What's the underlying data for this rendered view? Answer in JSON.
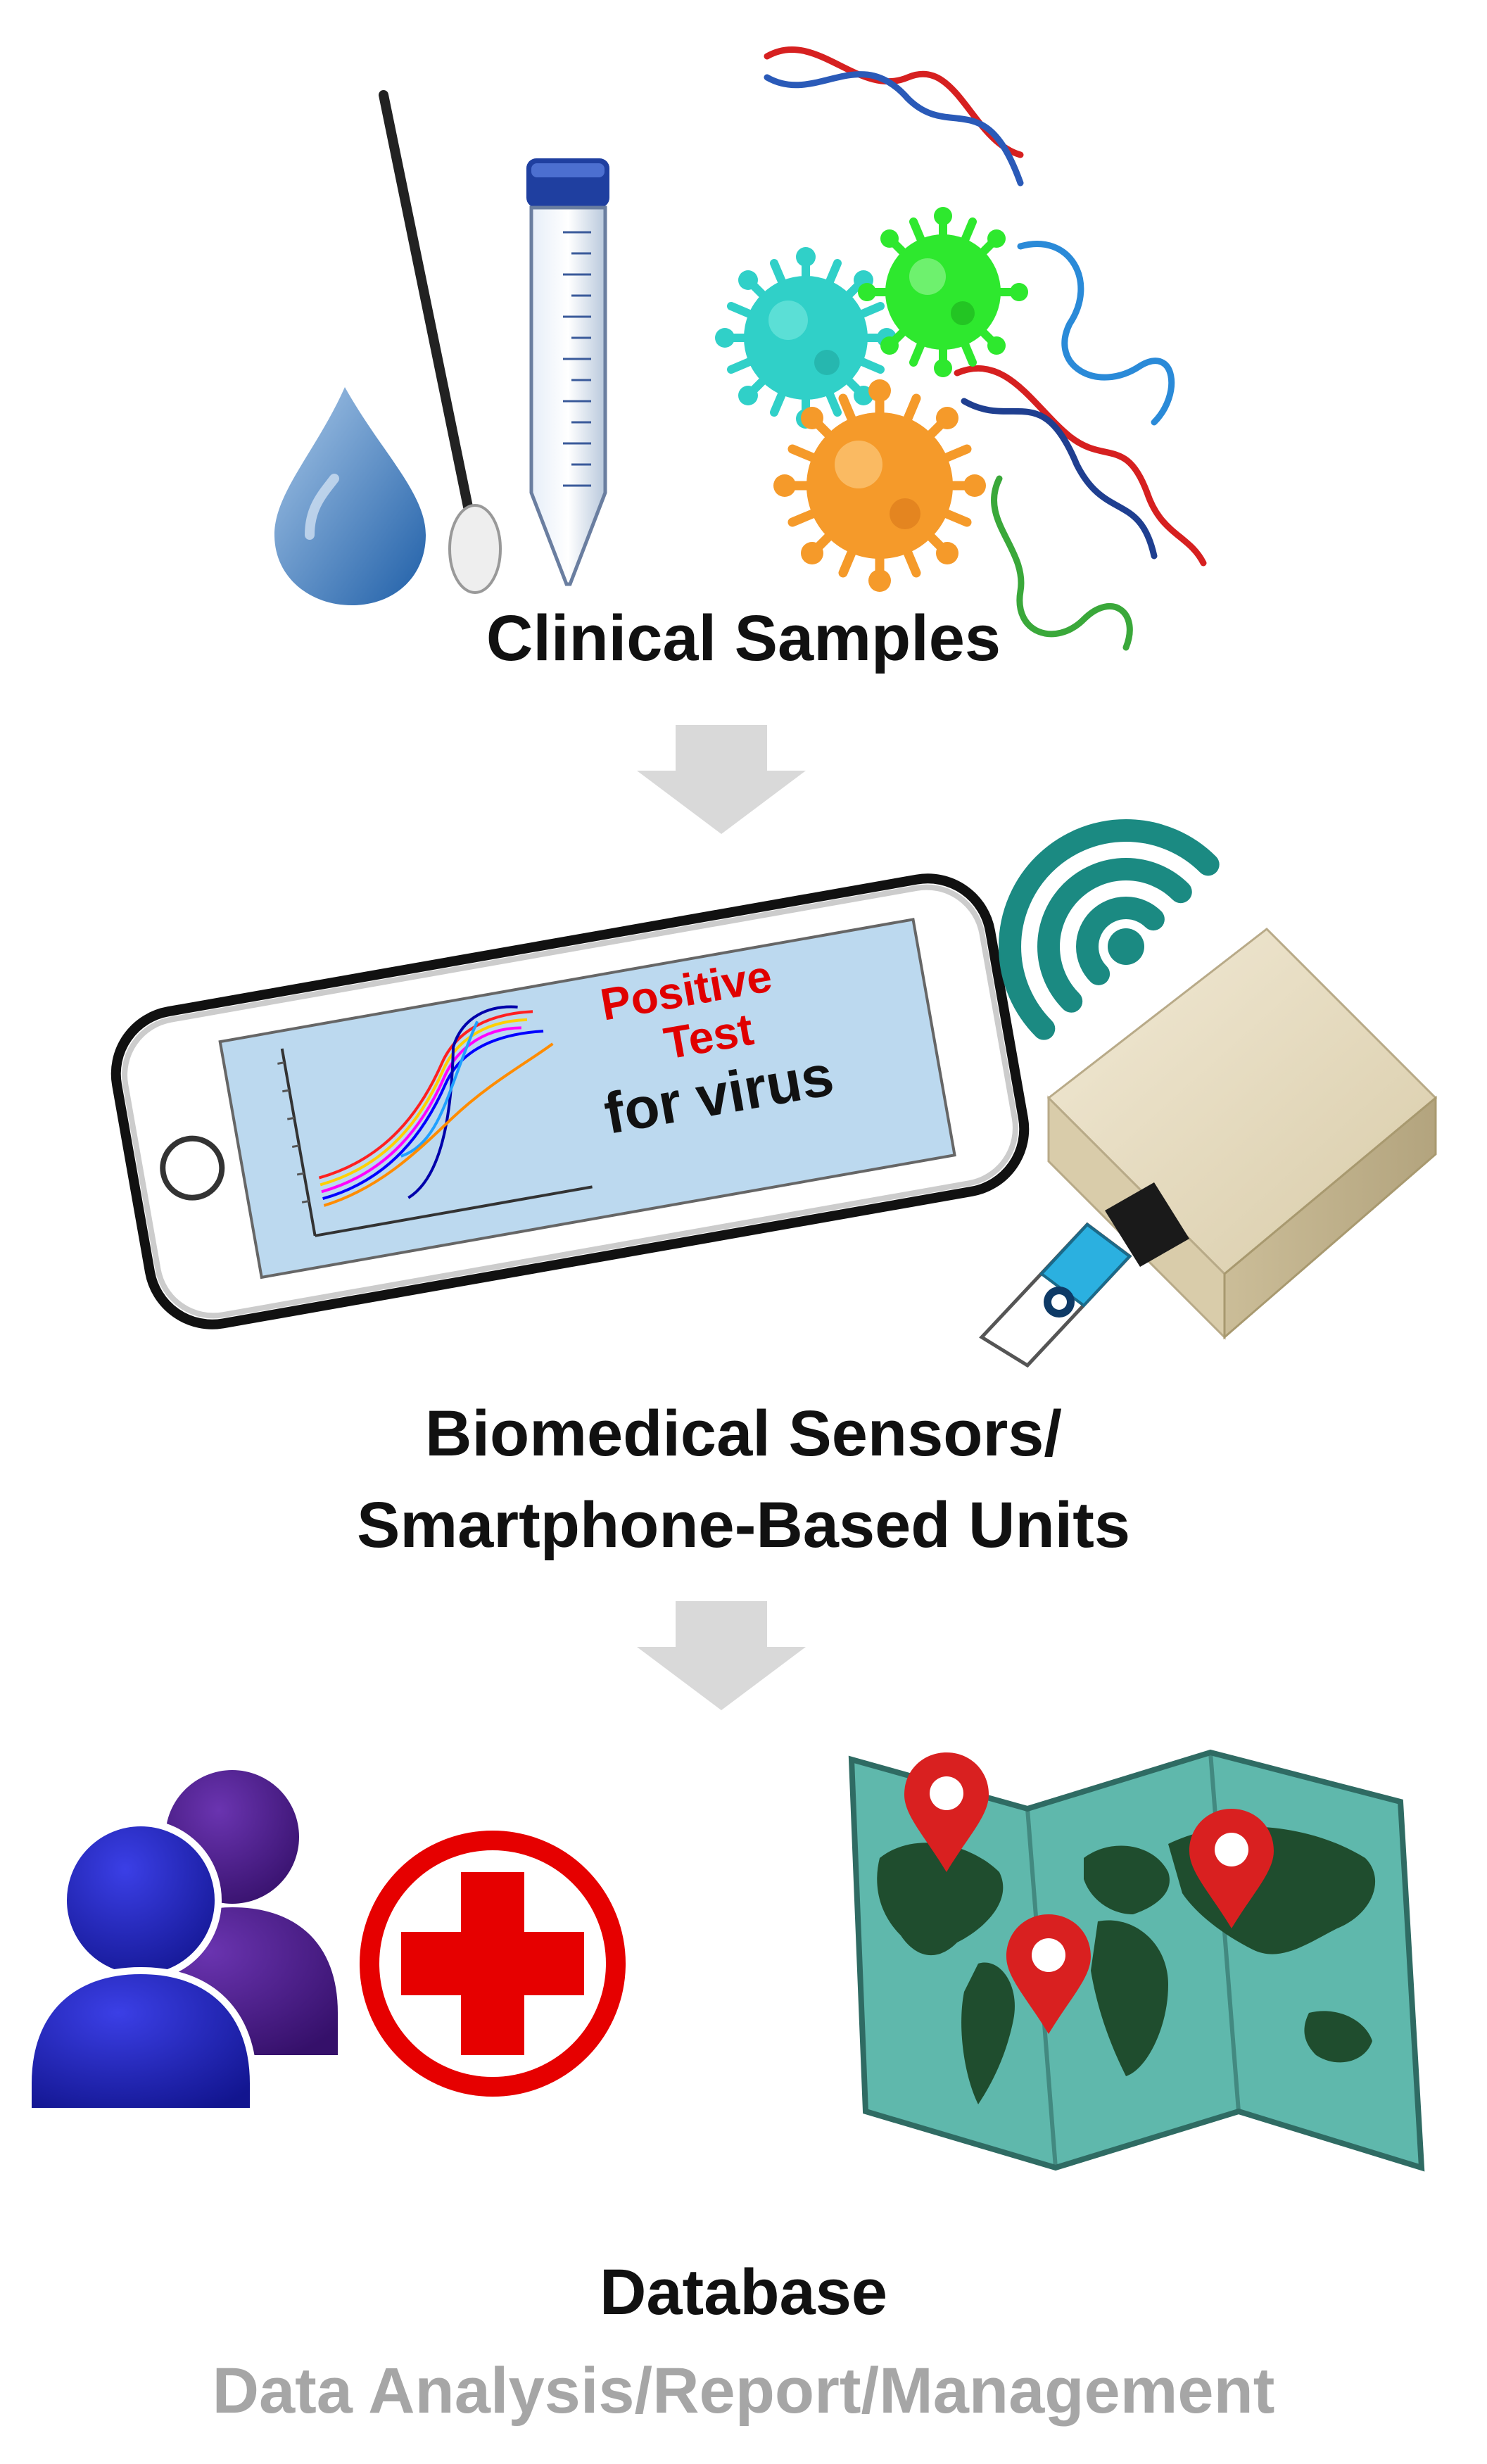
{
  "labels": {
    "clinical_samples": "Clinical Samples",
    "biomedical_line1": "Biomedical Sensors/",
    "biomedical_line2": "Smartphone-Based Units",
    "database": "Database",
    "data_analysis": "Data Analysis/Report/Management"
  },
  "phone_screen": {
    "positive": "Positive",
    "test": "Test",
    "for_virus": "for virus"
  },
  "colors": {
    "arrow": "#d9d9d9",
    "phone_screen_bg": "#bcd9ef",
    "positive_text": "#e00000",
    "droplet": "#2f74b5",
    "virus_cyan": "#30d0c8",
    "virus_green": "#2ee82e",
    "virus_orange": "#f59a2a",
    "wifi": "#1b8a82",
    "user_front": "#1f23c8",
    "user_back": "#4b1d8c",
    "medical_red": "#e60000",
    "map_sea": "#5fb8ac",
    "map_land": "#1f4d2e",
    "pin_red": "#d92020",
    "sensor_box": "#e8dcc0"
  },
  "icons": [
    "droplet-icon",
    "swab-icon",
    "test-tube-icon",
    "dna-strand-icon",
    "virus-icon",
    "smartphone-icon",
    "wifi-icon",
    "sensor-box-icon",
    "test-strip-icon",
    "users-icon",
    "medical-cross-icon",
    "world-map-icon",
    "location-pin-icon"
  ]
}
